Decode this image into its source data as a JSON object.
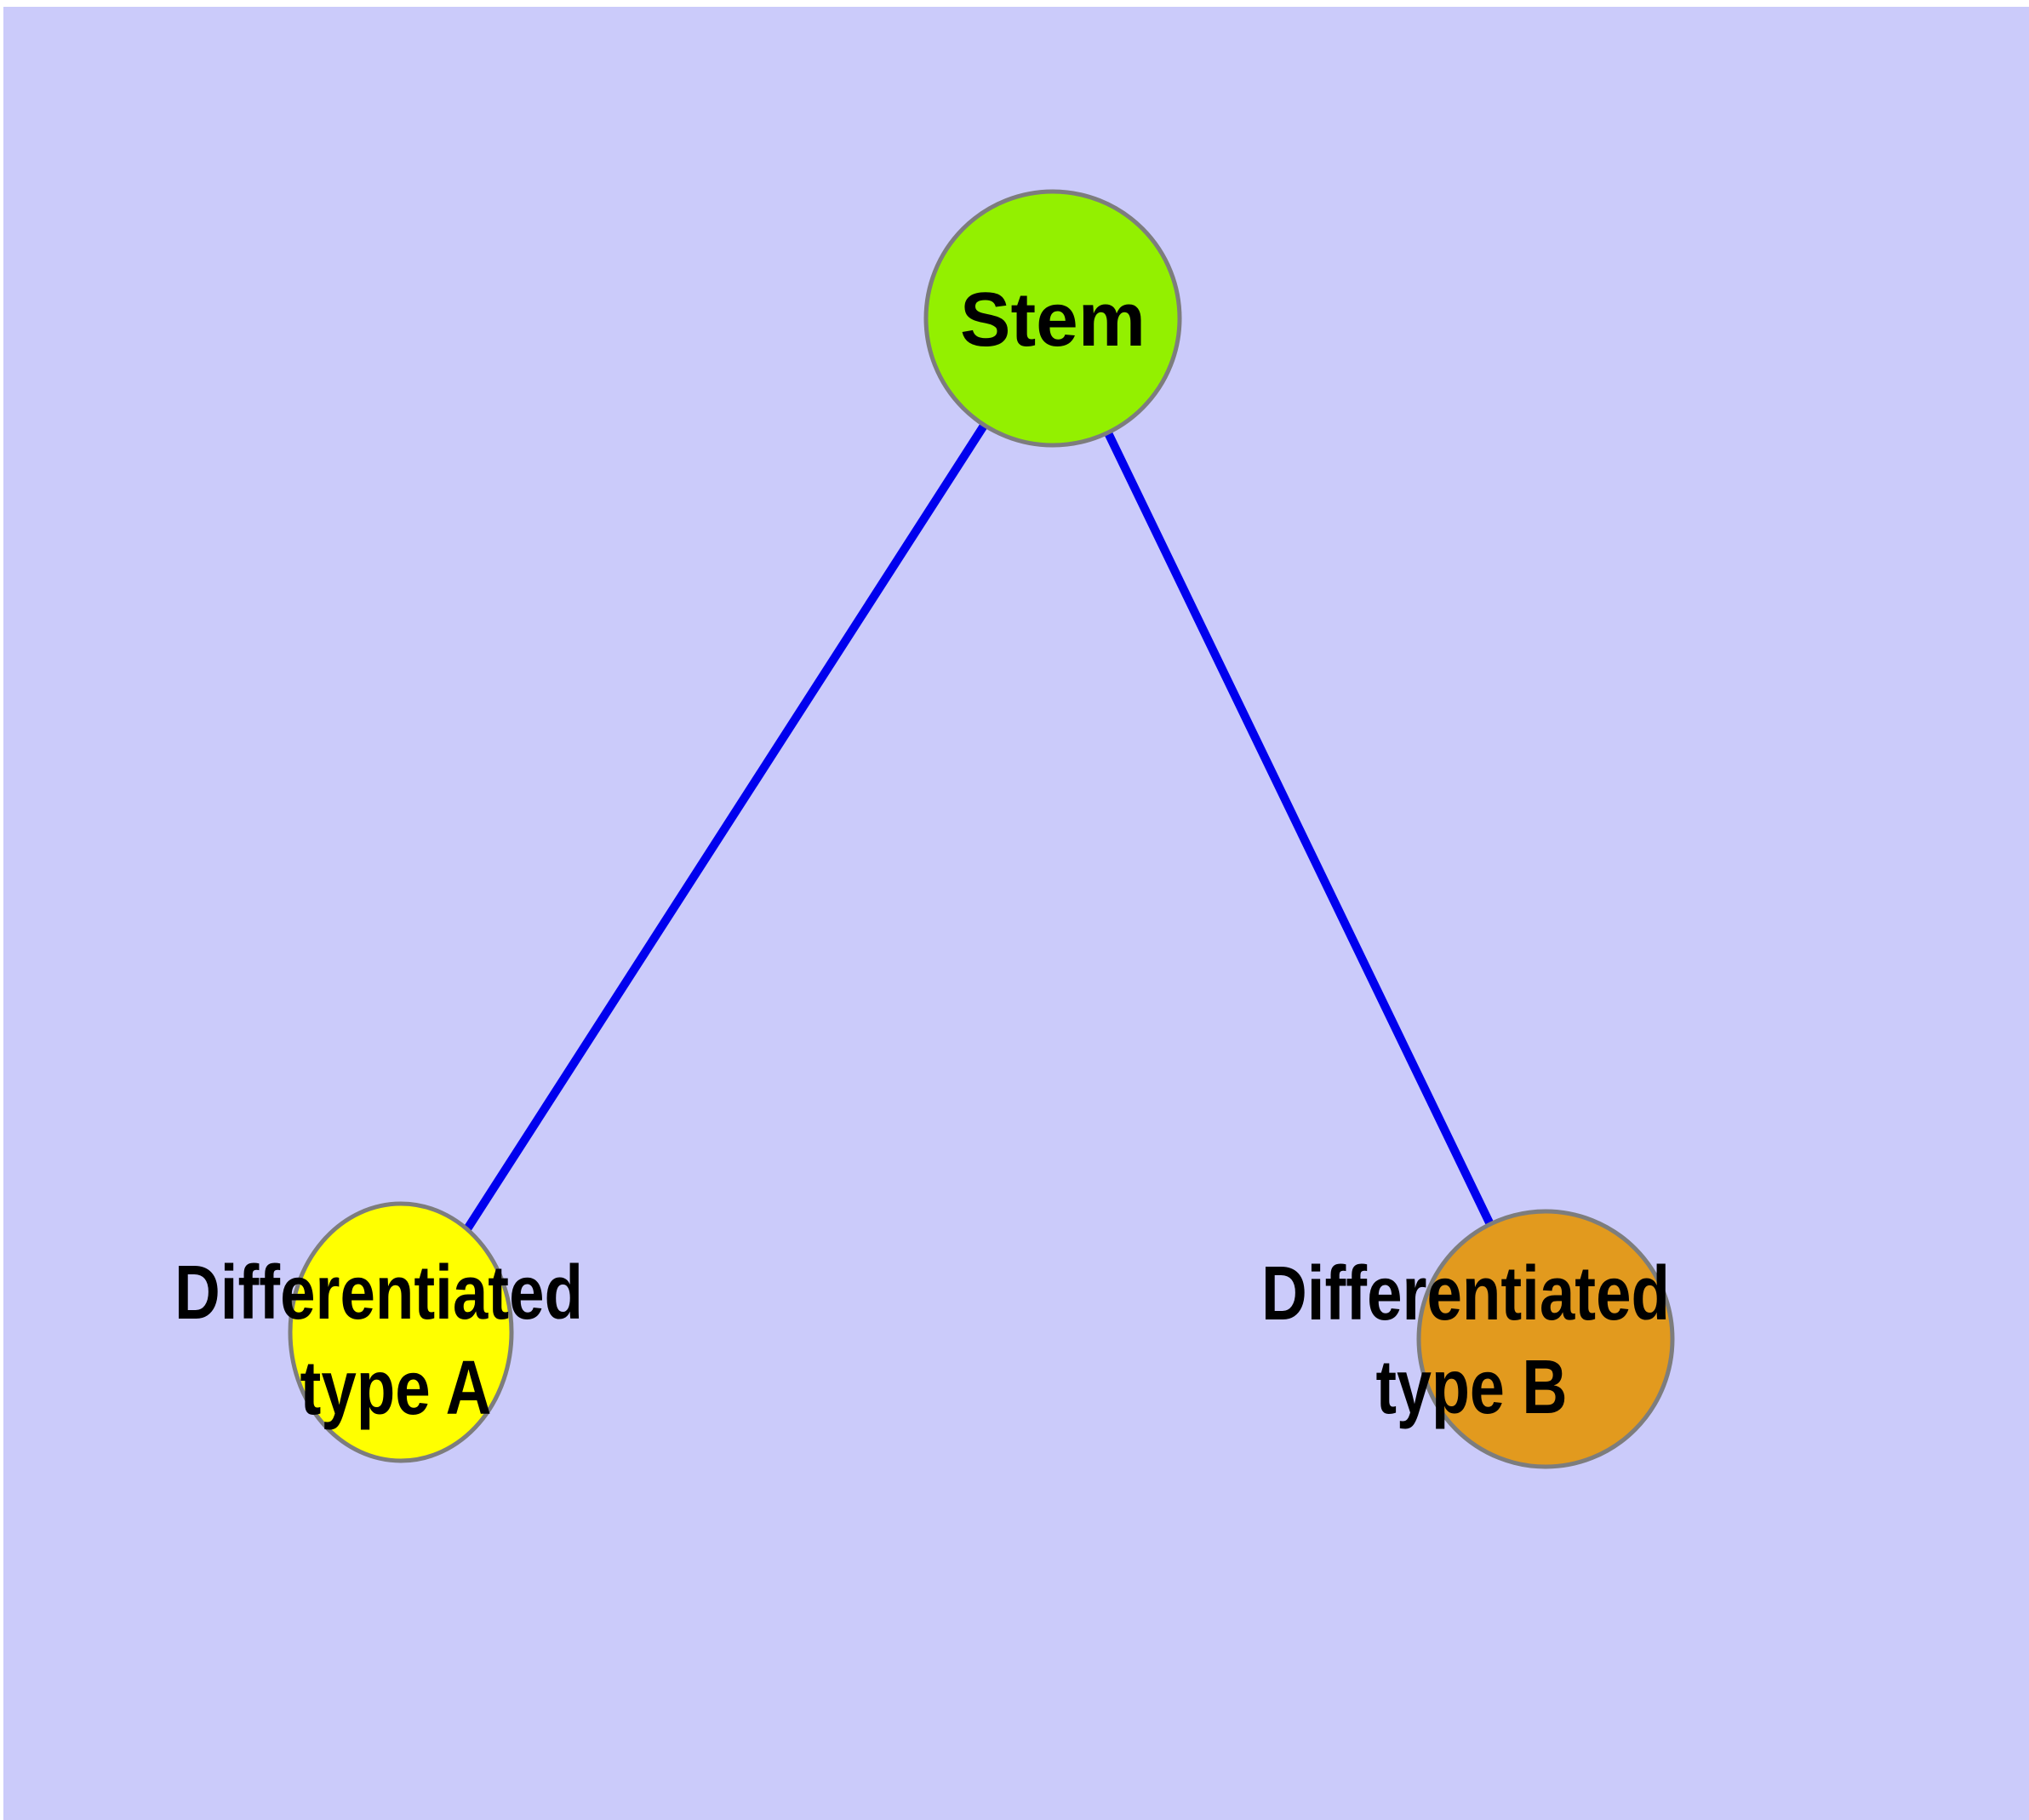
{
  "diagram": {
    "background_color": "#CBCBFA",
    "edge_color": "#0000EE",
    "node_border_color": "#7D7D7D",
    "label_color": "#000000",
    "nodes": [
      {
        "id": "stem",
        "label": "Stem",
        "fill": "#93F000"
      },
      {
        "id": "differentiated-type-a",
        "label": "Differentiated type A",
        "lines": [
          "Differentiated",
          "type A"
        ],
        "fill": "#FFFF00"
      },
      {
        "id": "differentiated-type-b",
        "label": "Differentiated type B",
        "lines": [
          "Differentiated",
          "type B"
        ],
        "fill": "#E29A1E"
      }
    ],
    "edges": [
      {
        "from": "stem",
        "to": "differentiated-type-a"
      },
      {
        "from": "stem",
        "to": "differentiated-type-b"
      }
    ]
  }
}
